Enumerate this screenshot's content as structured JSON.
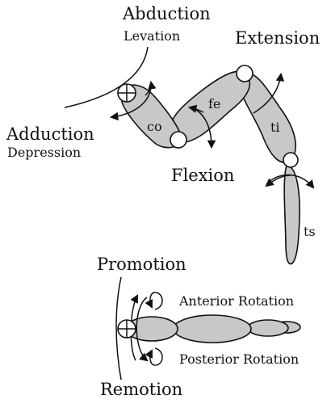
{
  "labels": {
    "abduction": "Abduction",
    "levation": "Levation",
    "extension": "Extension",
    "adduction": "Adduction",
    "depression": "Depression",
    "flexion": "Flexion",
    "promotion": "Promotion",
    "remotion": "Remotion",
    "anterior_rotation": "Anterior Rotation",
    "posterior_rotation": "Posterior Rotation"
  },
  "segments": {
    "coxa": "co",
    "femur": "fe",
    "tibia": "ti",
    "tarsus": "ts"
  }
}
